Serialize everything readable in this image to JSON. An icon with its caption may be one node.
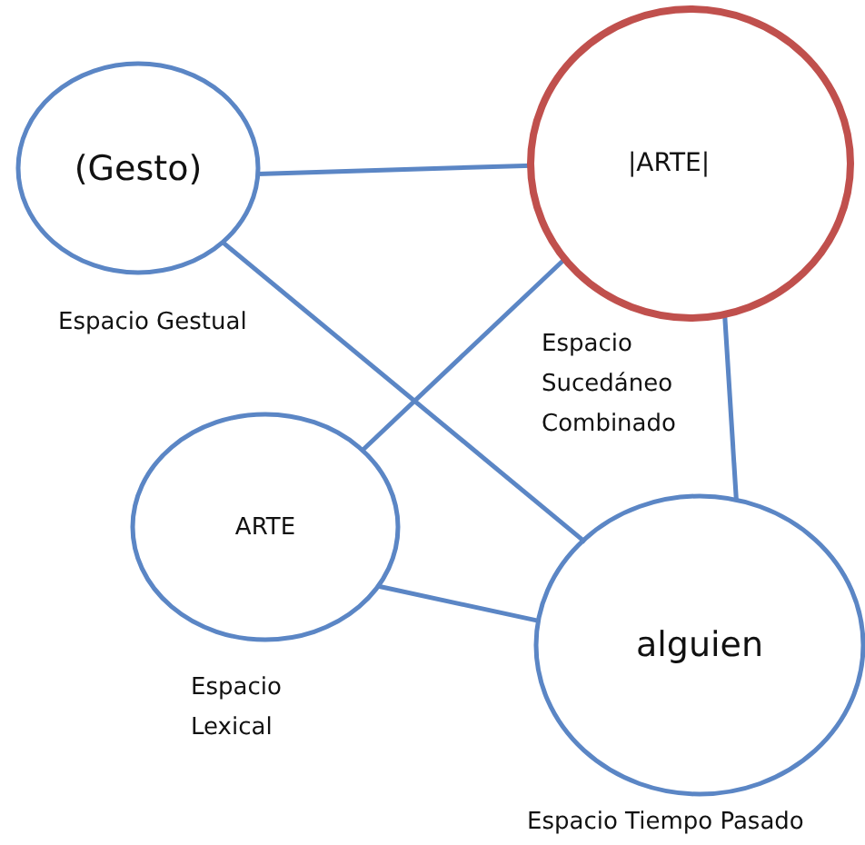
{
  "diagram": {
    "nodes": [
      {
        "text": [
          "(Gesto)"
        ],
        "beside": [
          "Espacio Gestual"
        ]
      },
      {
        "text": [
          "|ARTE|"
        ],
        "beside": [
          "Espacio Sucedáneo Combinado"
        ]
      },
      {
        "text": [
          "ARTE"
        ],
        "beside": [
          "Espacio Lexical"
        ]
      },
      {
        "text": [
          "alguien"
        ],
        "beside": [
          "Espacio Tiempo Pasado"
        ]
      }
    ],
    "edges": [
      {
        "from": 0,
        "to": 1,
        "arrow": "none"
      },
      {
        "from": 0,
        "to": 3,
        "arrow": "none"
      },
      {
        "from": 1,
        "to": 2,
        "arrow": "none"
      },
      {
        "from": 1,
        "to": 3,
        "arrow": "none"
      },
      {
        "from": 2,
        "to": 3,
        "arrow": "none"
      }
    ]
  }
}
